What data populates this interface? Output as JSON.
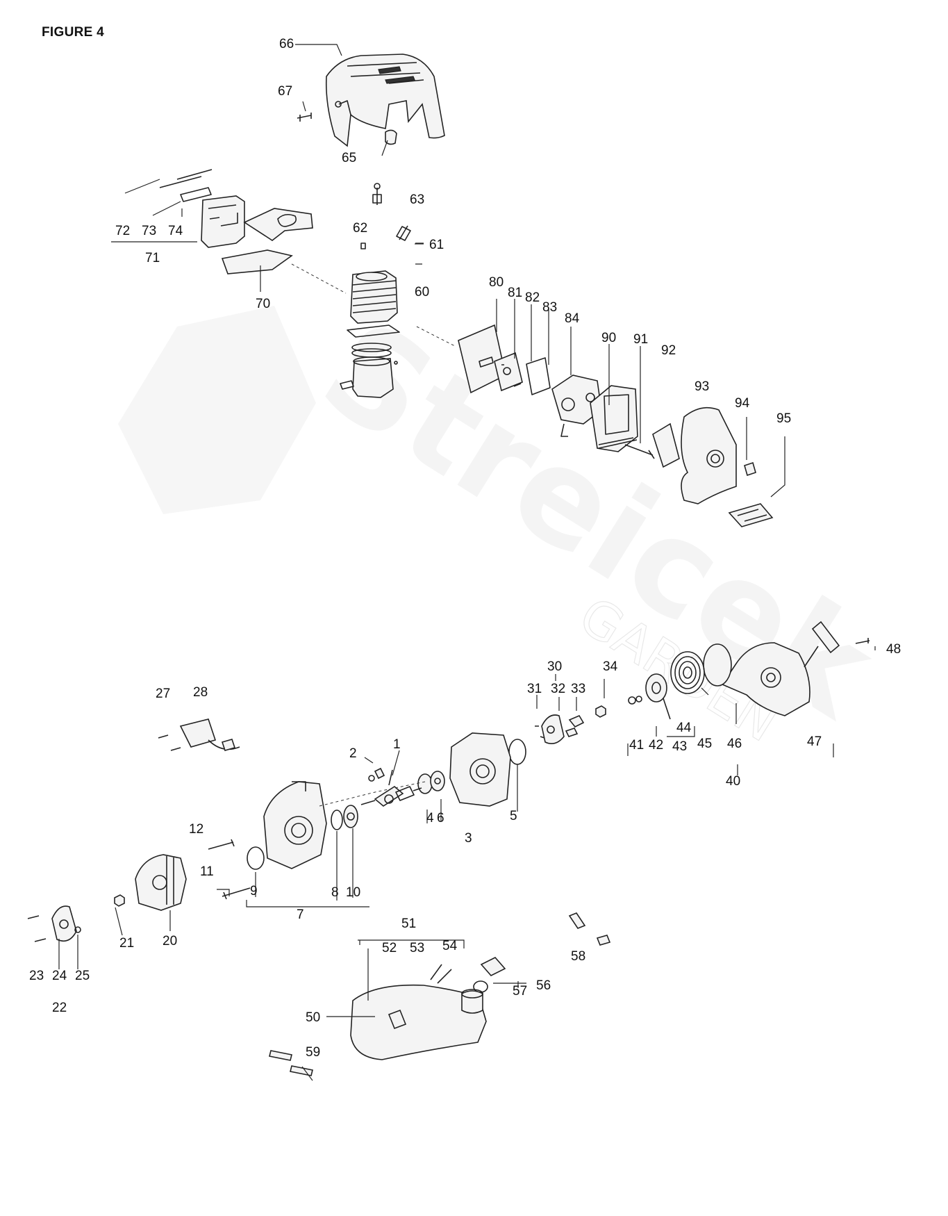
{
  "figure": {
    "title": "FIGURE 4"
  },
  "watermark": {
    "brand": "Streicek",
    "sub": "GARDEN"
  },
  "callouts": [
    "66",
    "67",
    "65",
    "72",
    "73",
    "74",
    "71",
    "70",
    "63",
    "62",
    "61",
    "60",
    "80",
    "81",
    "82",
    "83",
    "84",
    "90",
    "91",
    "92",
    "93",
    "94",
    "95",
    "48",
    "30",
    "31",
    "32",
    "33",
    "34",
    "44",
    "41",
    "42",
    "43",
    "45",
    "46",
    "47",
    "40",
    "27",
    "28",
    "2",
    "1",
    "4",
    "6",
    "5",
    "3",
    "12",
    "11",
    "9",
    "8",
    "10",
    "7",
    "21",
    "20",
    "23",
    "24",
    "25",
    "22",
    "51",
    "52",
    "53",
    "54",
    "58",
    "57",
    "56",
    "50",
    "59"
  ]
}
